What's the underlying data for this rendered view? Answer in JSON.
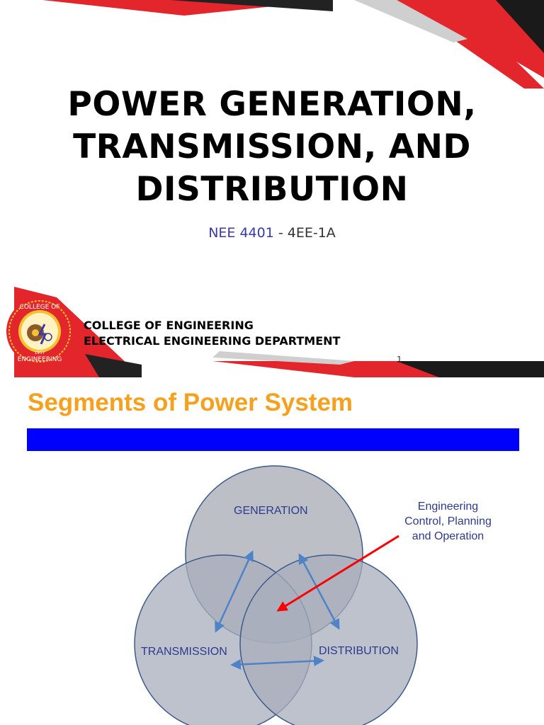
{
  "slide1": {
    "title_lines": [
      "POWER GENERATION,",
      "TRANSMISSION, AND",
      "DISTRIBUTION"
    ],
    "course_code": "NEE 4401",
    "course_separator": " - ",
    "section": "4EE-1A",
    "college_line1": "COLLEGE OF ENGINEERING",
    "college_line2": "ELECTRICAL ENGINEERING DEPARTMENT",
    "seal": {
      "text_top": "COLLEGE OF",
      "text_bottom": "ENGINEERING",
      "year": "1957"
    },
    "page_number": "1",
    "colors": {
      "accent_red": "#e3262b",
      "dark": "#1a1a1a",
      "code_blue": "#3a3aa0"
    }
  },
  "slide2": {
    "title": "Segments of Power System",
    "circles": {
      "generation": "GENERATION",
      "transmission": "TRANSMISSION",
      "distribution": "DISTRIBUTION"
    },
    "note_lines": [
      "Engineering",
      "Control, Planning",
      "and Operation"
    ],
    "colors": {
      "title": "#f5a11f",
      "bar": "#0000ff",
      "circle_fill": "#b9bcc4",
      "label": "#2e3a8c",
      "arrow": "#ff0000"
    }
  }
}
